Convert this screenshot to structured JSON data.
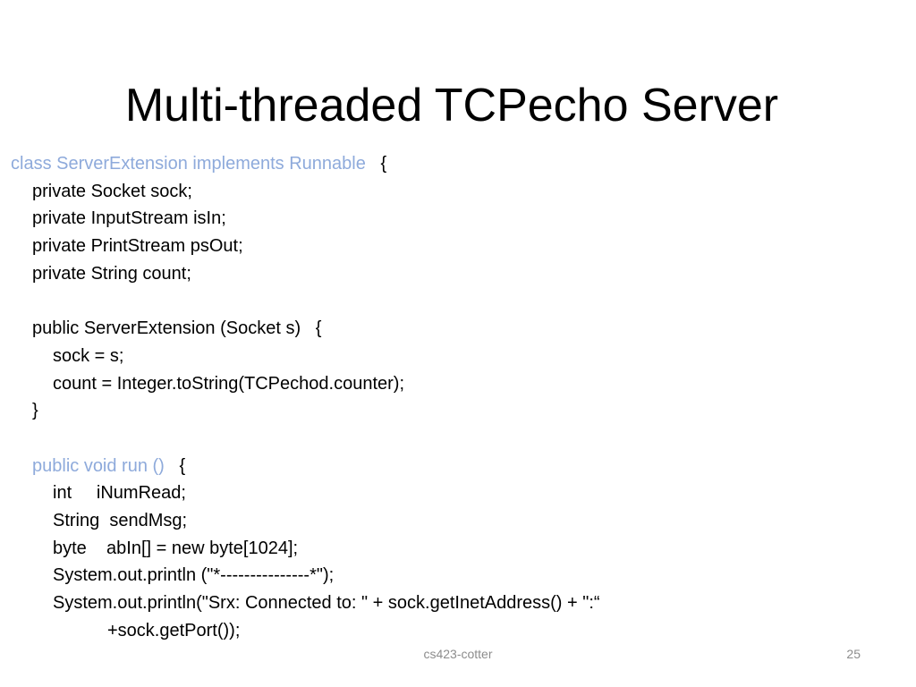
{
  "slide": {
    "title": "Multi-threaded TCPecho Server",
    "code": {
      "class_decl_kw": "class ServerExtension implements Runnable",
      "class_decl_rest": "   {",
      "field_1": "private Socket sock;",
      "field_2": "private InputStream isIn;",
      "field_3": "private PrintStream psOut;",
      "field_4": "private String count;",
      "ctor_decl": "public ServerExtension (Socket s)   {",
      "ctor_line_1": "sock = s;",
      "ctor_line_2": "count = Integer.toString(TCPechod.counter);",
      "ctor_close": "}",
      "run_decl_kw": "public void run ()",
      "run_decl_rest": "   {",
      "run_line_1": "int     iNumRead;",
      "run_line_2": "String  sendMsg;",
      "run_line_3": "byte    abIn[] = new byte[1024];",
      "run_line_4": "System.out.println (\"*---------------*\");",
      "run_line_5": "System.out.println(\"Srx: Connected to: \" + sock.getInetAddress() + \":“",
      "run_line_6": "+sock.getPort());"
    },
    "footer": {
      "center": "cs423-cotter",
      "page_number": "25"
    },
    "colors": {
      "keyword": "#8eaadb",
      "text": "#000000",
      "footer": "#8c8c8c",
      "background": "#ffffff"
    }
  }
}
